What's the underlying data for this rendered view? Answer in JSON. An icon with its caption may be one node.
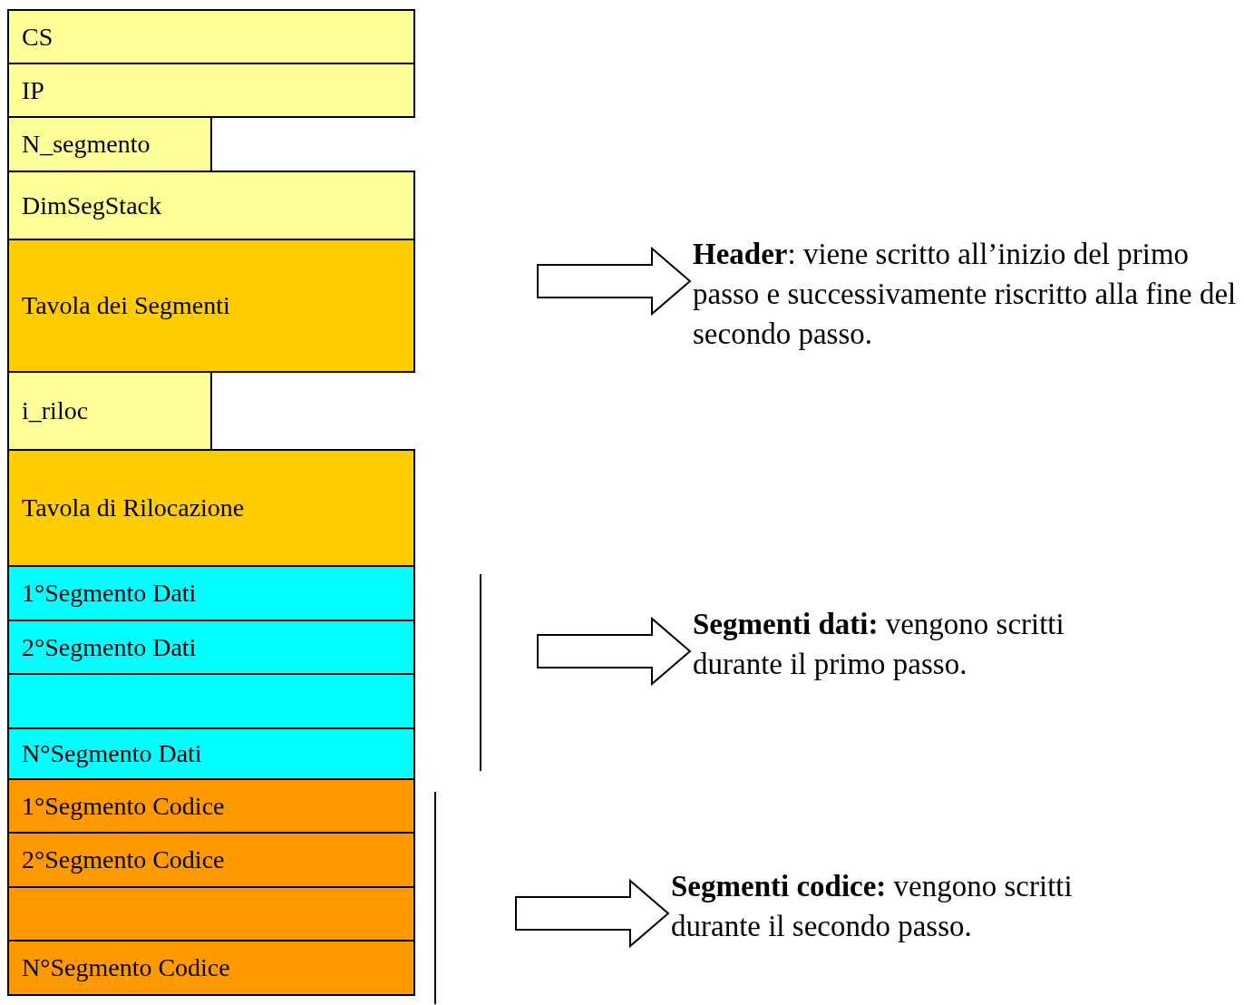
{
  "diagram": {
    "nodes": [
      {
        "text": [
          "CS"
        ]
      },
      {
        "text": [
          "IP"
        ]
      },
      {
        "text": [
          "N_segmento"
        ]
      },
      {
        "text": [
          "DimSegStack"
        ]
      },
      {
        "text": [
          "Tavola dei Segmenti"
        ]
      },
      {
        "text": [
          "i_riloc"
        ]
      },
      {
        "text": [
          "Tavola di Rilocazione"
        ]
      },
      {
        "text": [
          "1°Segmento Dati"
        ]
      },
      {
        "text": [
          "2°Segmento Dati"
        ]
      },
      {
        "text": [],
        "shape": "box"
      },
      {
        "text": [
          "N°Segmento Dati"
        ]
      },
      {
        "text": [
          "1°Segmento Codice"
        ]
      },
      {
        "text": [
          "2°Segmento Codice"
        ]
      },
      {
        "text": [],
        "shape": "box"
      },
      {
        "text": [
          "N°Segmento Codice"
        ]
      },
      {
        "text": [
          "**Header**: viene scritto all’inizio del primo passo e successivamente riscritto alla fine del secondo passo."
        ]
      },
      {
        "text": [
          "**Segmenti dati:** vengono scritti durante il primo passo."
        ]
      },
      {
        "text": [
          "**Segmenti codice:** vengono scritti durante il secondo passo."
        ]
      }
    ],
    "edges": [
      {
        "from": null,
        "to": 15,
        "arrow": "to"
      },
      {
        "from": null,
        "to": 16,
        "arrow": "to"
      },
      {
        "from": null,
        "to": 17,
        "arrow": "to"
      }
    ]
  }
}
